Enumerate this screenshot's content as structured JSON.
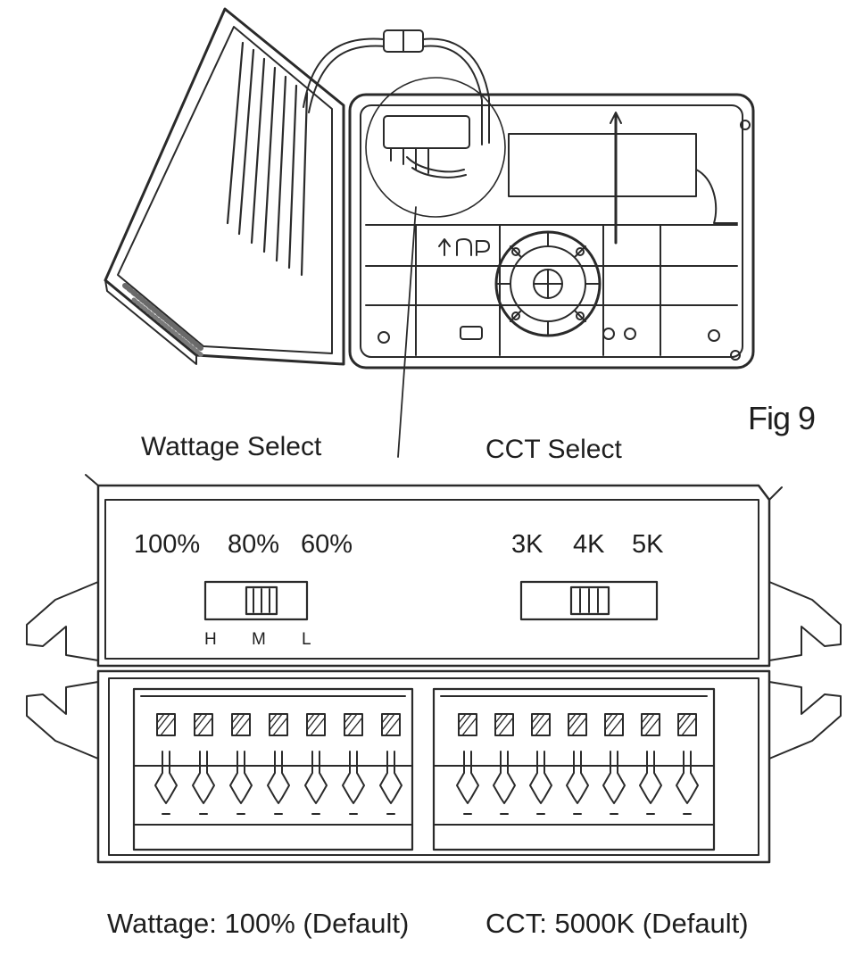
{
  "figure": {
    "label": "Fig 9"
  },
  "wattage_select": {
    "title": "Wattage Select",
    "options": [
      "100%",
      "80%",
      "60%"
    ],
    "positions": [
      "H",
      "M",
      "L"
    ]
  },
  "cct_select": {
    "title": "CCT Select",
    "options": [
      "3K",
      "4K",
      "5K"
    ]
  },
  "captions": {
    "wattage": "Wattage: 100% (Default)",
    "cct": "CCT: 5000K (Default)"
  }
}
